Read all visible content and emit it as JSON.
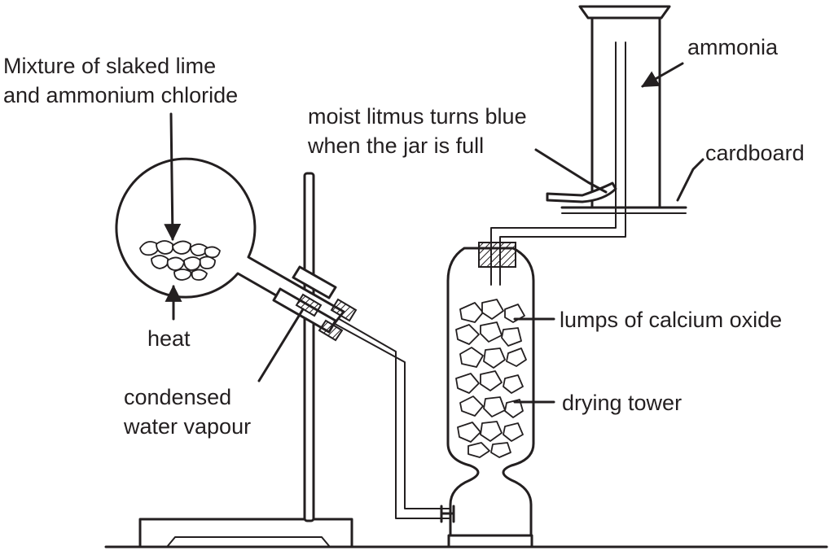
{
  "labels": {
    "mixture_line1": "Mixture of slaked lime",
    "mixture_line2": "and ammonium chloride",
    "heat": "heat",
    "condensed_line1": "condensed",
    "condensed_line2": "water vapour",
    "litmus_line1": "moist litmus turns blue",
    "litmus_line2": "when the jar is full",
    "ammonia": "ammonia",
    "cardboard": "cardboard",
    "calcium_oxide": "lumps of calcium oxide",
    "drying_tower": "drying tower"
  },
  "icons": {
    "apparatus": "ammonia-preparation-apparatus-icon",
    "arrow": "arrow-icon"
  },
  "colors": {
    "ink": "#231f20",
    "paper": "#ffffff"
  }
}
